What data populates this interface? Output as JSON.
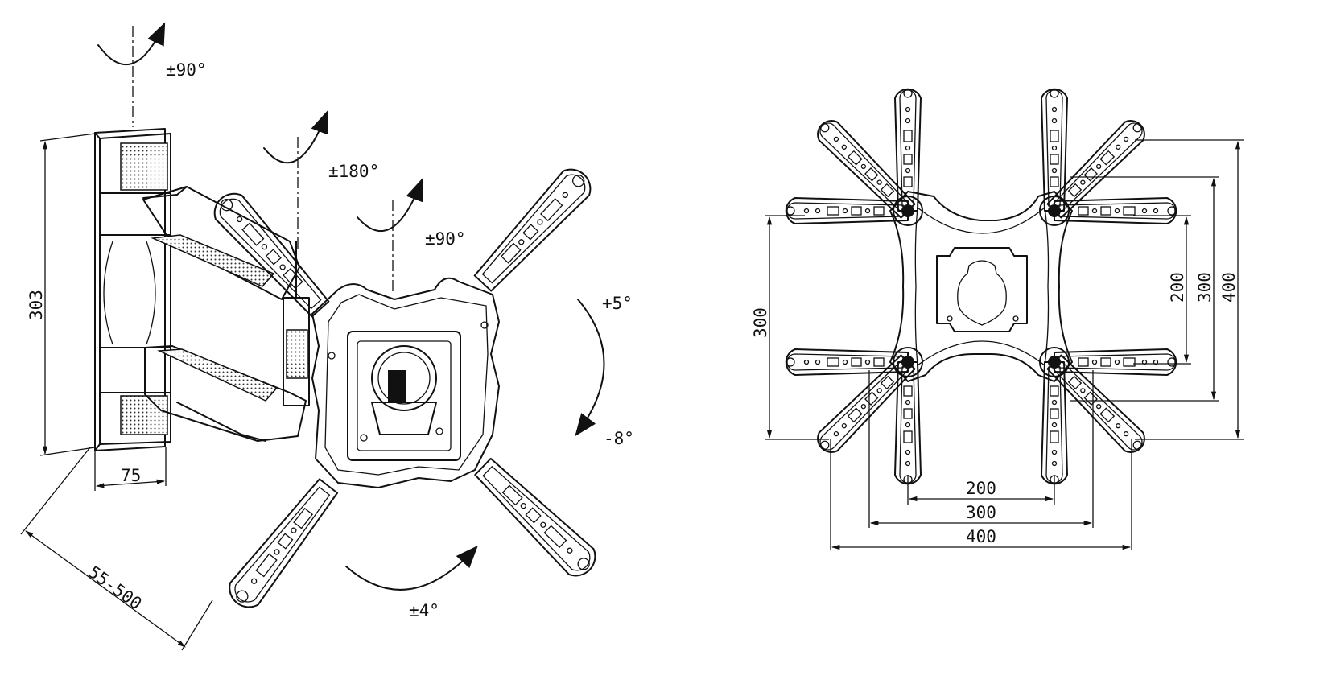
{
  "rotation_labels": {
    "swivel_top": "±90°",
    "swivel_mid": "±180°",
    "swivel_plate": "±90°",
    "tilt_up": "+5°",
    "tilt_down": "-8°",
    "rotate_level": "±4°"
  },
  "side_dimensions": {
    "height": "303",
    "wall_plate_depth": "75",
    "extension_range": "55-500"
  },
  "vesa_dimensions": {
    "horizontal": [
      "200",
      "300",
      "400"
    ],
    "vertical": [
      "200",
      "300",
      "400"
    ],
    "vertical_left": "300"
  }
}
